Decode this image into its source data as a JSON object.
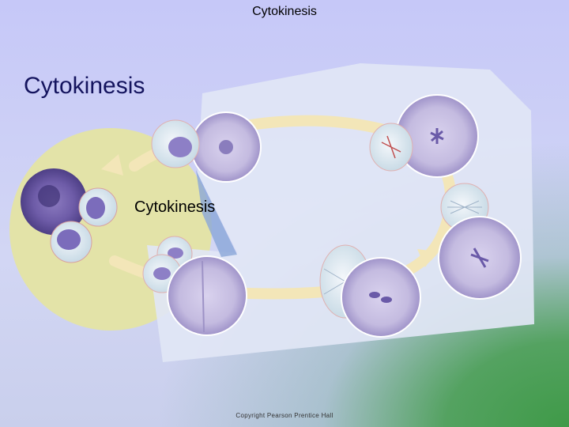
{
  "slide": {
    "header_title": "Cytokinesis",
    "main_title": "Cytokinesis",
    "stage_label": "Cytokinesis",
    "copyright": "Copyright Pearson Prentice Hall"
  },
  "colors": {
    "interphase_disc": "#e3e3a8",
    "cycle_panel": "#e1e6f5",
    "cycle_arrow": "#f3e6b8",
    "cell_fill": "#b9b0d9",
    "chromatin": "#6a5aa8"
  },
  "icons": [
    "cell-micrograph-icon",
    "cell-drawing-icon",
    "cycle-arrow-icon"
  ]
}
